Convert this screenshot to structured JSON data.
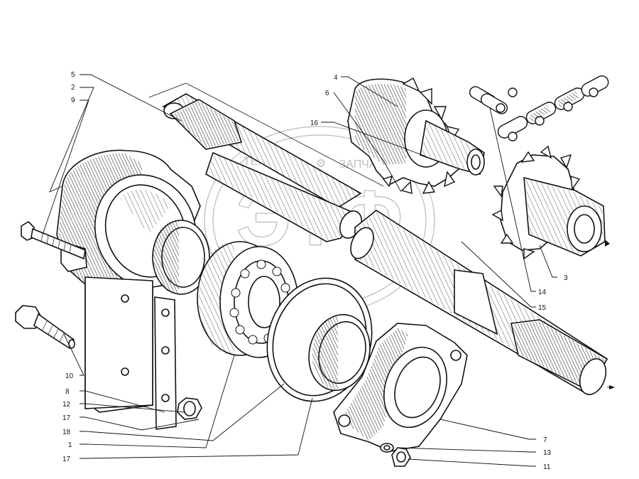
{
  "watermark": {
    "text_top": "ТЕХНИКА",
    "text_right": "ЗАПЧАСТИ",
    "logo": "ЭТФ"
  },
  "callouts": {
    "c1": "1",
    "c2": "2",
    "c3": "3",
    "c4": "4",
    "c5": "5",
    "c6": "6",
    "c7": "7",
    "c8": "8",
    "c9": "9",
    "c10": "10",
    "c11": "11",
    "c12": "12",
    "c13": "13",
    "c14": "14",
    "c15": "15",
    "c16": "16",
    "c17a": "17",
    "c17b": "17",
    "c18": "18"
  }
}
